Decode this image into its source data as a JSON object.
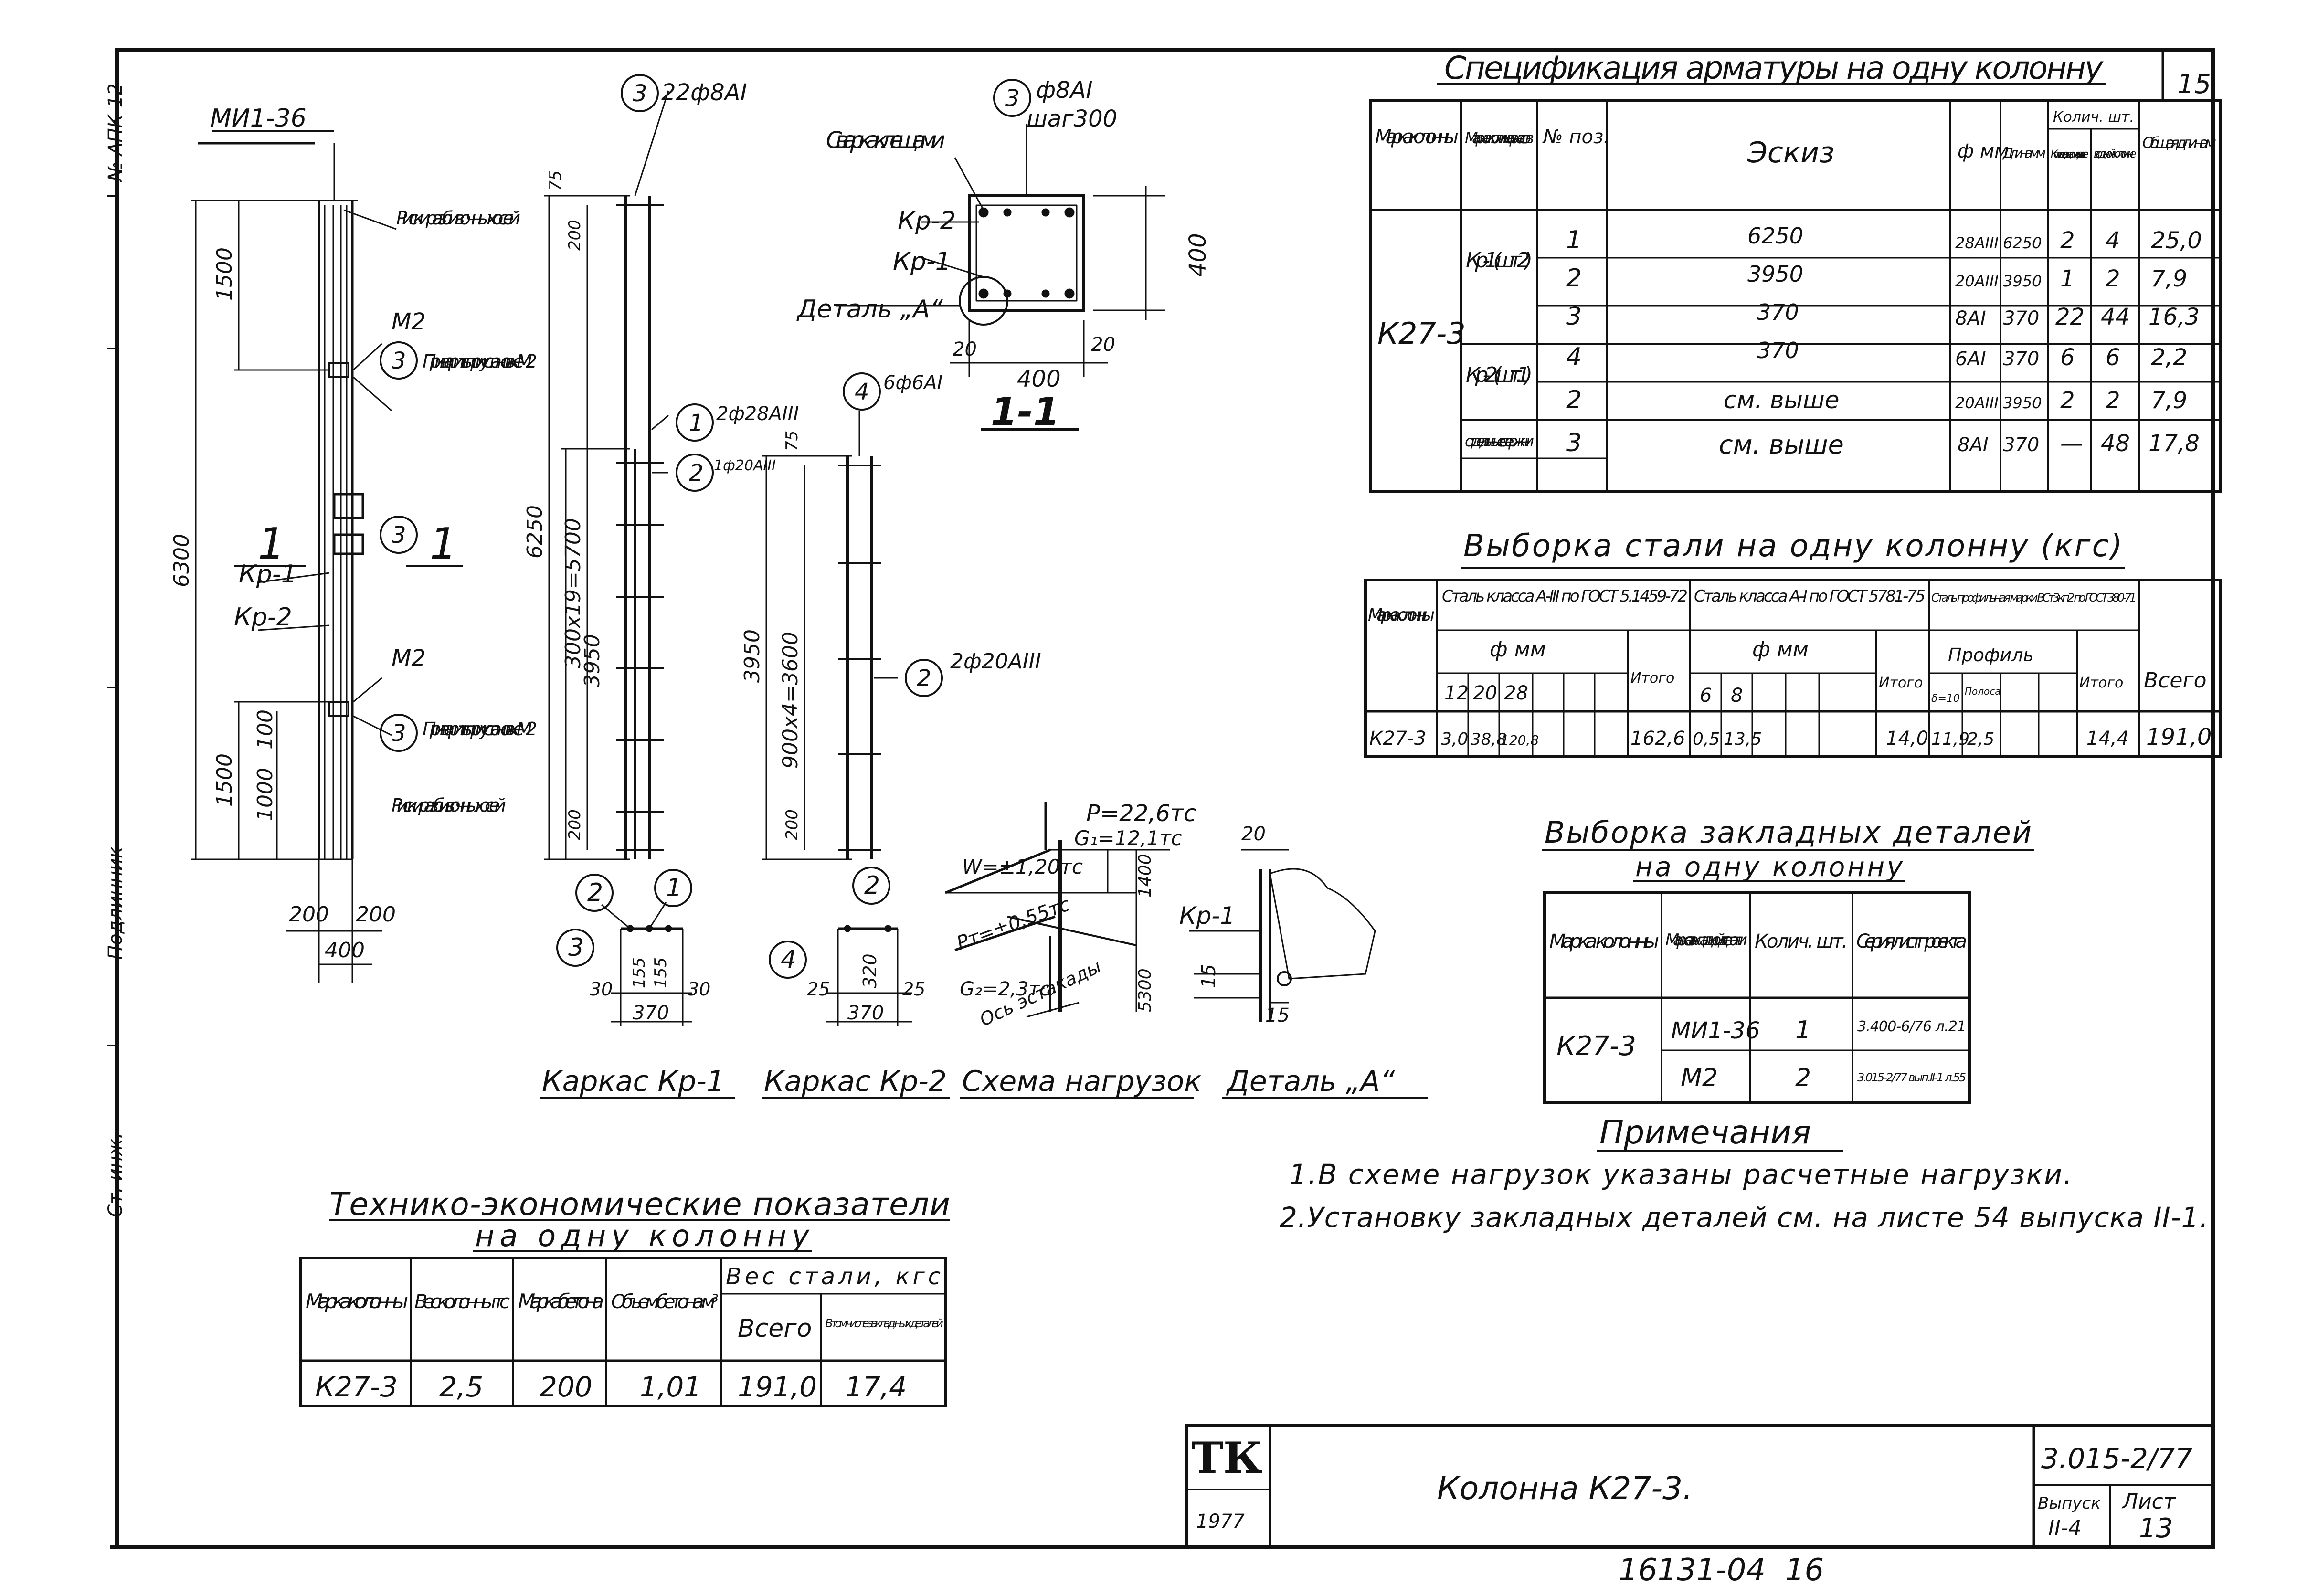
{
  "sheet_number": "15",
  "left_margin": {
    "top": "№ АПК-12",
    "middle": "Подлинник",
    "bottom": "Ст. инж."
  },
  "column_drawing": {
    "mark_top": "МИ1-36",
    "rebar_marks": "Риски разбивочных осей",
    "m2": "М2",
    "weld_note": "Приварить при установке М2",
    "weld_note_b": "Приварить при установке М2",
    "rebar_marks_b": "Риски разбивочных осей",
    "section": "1",
    "kr1": "Кр-1",
    "kr2": "Кр-2",
    "dim_1500_top": "1500",
    "dim_6300": "6300",
    "dim_1500_bot": "1500",
    "dim_1000": "1000",
    "dim_100": "100",
    "dim_200_l": "200",
    "dim_200_r": "200",
    "dim_400": "400",
    "pos3": "3"
  },
  "frame_kr1": {
    "title": "Каркас Кр-1",
    "top_bar": "22ф8АI",
    "bar1": "2ф28АIII",
    "bar2": "1ф20АIII",
    "dim_6250": "6250",
    "dim_stirrups": "300х19=5700",
    "dim_3950": "3950",
    "dim_75": "75",
    "dim_200_t": "200",
    "dim_200_b": "200",
    "sec_30a": "30",
    "sec_155a": "155",
    "sec_155b": "155",
    "sec_30b": "30",
    "sec_370": "370",
    "c1": "1",
    "c2": "2",
    "c3": "3"
  },
  "frame_kr2": {
    "title": "Каркас Кр-2",
    "top_bar": "6ф6АI",
    "bar": "2ф20АIII",
    "dim_3950": "3950",
    "dim_stirrups": "900х4=3600",
    "dim_75": "75",
    "dim_200": "200",
    "sec_25a": "25",
    "sec_320": "320",
    "sec_25b": "25",
    "sec_370": "370",
    "c2": "2",
    "c4": "4"
  },
  "section_1_1": {
    "title": "1-1",
    "bar": "ф8АI",
    "step": "шаг300",
    "weld": "Сварка клещами",
    "kr2": "Кр-2",
    "kr1": "Кр-1",
    "detail": "Деталь „А“",
    "dim_400_v": "400",
    "dim_400_h": "400",
    "dim_20a": "20",
    "dim_20b": "20",
    "c3": "3"
  },
  "load_scheme": {
    "title": "Схема нагрузок",
    "p": "P=22,6тс",
    "g1": "G₁=12,1тс",
    "w": "W=±1,20тс",
    "pt": "Pт=±0,55тс",
    "g2": "G₂=2,3тс",
    "axis": "Ось эстакады",
    "dim_1400": "1400",
    "dim_5300": "5300"
  },
  "detail_a": {
    "title": "Деталь „А“",
    "kr1": "Кр-1",
    "dim_20": "20",
    "dim_15a": "15",
    "dim_15b": "15"
  },
  "spec_table": {
    "title": "Спецификация арматуры на одну колонну",
    "headers": [
      "Марка колонны",
      "Марка и колич. карка-сов",
      "№ поз.",
      "Эскиз",
      "ф мм",
      "Длина мм",
      "Колич. шт. в одном кар-касе",
      "в одной колон-не",
      "Общая длина м"
    ],
    "kol_header": "Колич. шт.",
    "column_mark": "К27-3",
    "groups": [
      "Кр-1 (шт.2)",
      "Кр-2 (шт.1)",
      "отдель-ные стержни"
    ],
    "rows": [
      [
        "1",
        "6250",
        "28АIII",
        "6250",
        "2",
        "4",
        "25,0"
      ],
      [
        "2",
        "3950",
        "20АIII",
        "3950",
        "1",
        "2",
        "7,9"
      ],
      [
        "3",
        "370",
        "8АI",
        "370",
        "22",
        "44",
        "16,3"
      ],
      [
        "4",
        "370",
        "6АI",
        "370",
        "6",
        "6",
        "2,2"
      ],
      [
        "2",
        "см. выше",
        "20АIII",
        "3950",
        "2",
        "2",
        "7,9"
      ],
      [
        "3",
        "см. выше",
        "8АI",
        "370",
        "—",
        "48",
        "17,8"
      ]
    ]
  },
  "steel_table": {
    "title": "Выборка стали на одну колонну (кгс)",
    "mark": "Марка колон-ны",
    "a3": "Сталь класса А-III по ГОСТ 5.1459-72",
    "a1": "Сталь класса А-I по ГОСТ 5781-75",
    "profile": "Сталь профильная марки ВСт3кп2 по ГОСТ 380-71",
    "fmm": "ф мм",
    "itogo": "Итого",
    "profil": "Профиль",
    "vsego": "Всего",
    "d12": "12",
    "d20": "20",
    "d28": "28",
    "d6": "6",
    "d8": "8",
    "p1": "δ=10",
    "p2": "Полоса",
    "row": [
      "К27-3",
      "3,0",
      "38,8",
      "120,8",
      "162,6",
      "0,5",
      "13,5",
      "14,0",
      "11,9",
      "2,5",
      "14,4",
      "191,0"
    ]
  },
  "embed_table": {
    "title1": "Выборка закладных деталей",
    "title2": "на одну колонну",
    "headers": [
      "Марка колонны",
      "Марка заклад-ной детали",
      "Колич. шт.",
      "Серия, лист проекта"
    ],
    "mark": "К27-3",
    "rows": [
      [
        "МИ1-36",
        "1",
        "3.400-6/76 л.21"
      ],
      [
        "М2",
        "2",
        "3.015-2/77 вып.II-1 л.55"
      ]
    ]
  },
  "notes": {
    "title": "Примечания",
    "n1": "1.В схеме нагрузок указаны расчетные нагрузки.",
    "n2": "2.Установку закладных деталей см. на листе 54 выпуска II-1."
  },
  "tech_table": {
    "title1": "Технико-экономические показатели",
    "title2": "на одну колонну",
    "h_mark": "Марка колонны",
    "h_weight": "Вес колонны тс",
    "h_concrete": "Марка бетона",
    "h_volume": "Объем бетона м³",
    "h_steel": "Вес стали, кгс",
    "h_total": "Всего",
    "h_incl": "В том числе заклад-ных деталей",
    "row": [
      "К27-3",
      "2,5",
      "200",
      "1,01",
      "191,0",
      "17,4"
    ]
  },
  "title_block": {
    "logo": "ТК",
    "year": "1977",
    "name": "Колонна К27-3.",
    "series": "3.015-2/77",
    "issue_label": "Выпуск",
    "issue": "II-4",
    "sheet_label": "Лист",
    "sheet": "13"
  },
  "footer_code": "16131-04  16"
}
